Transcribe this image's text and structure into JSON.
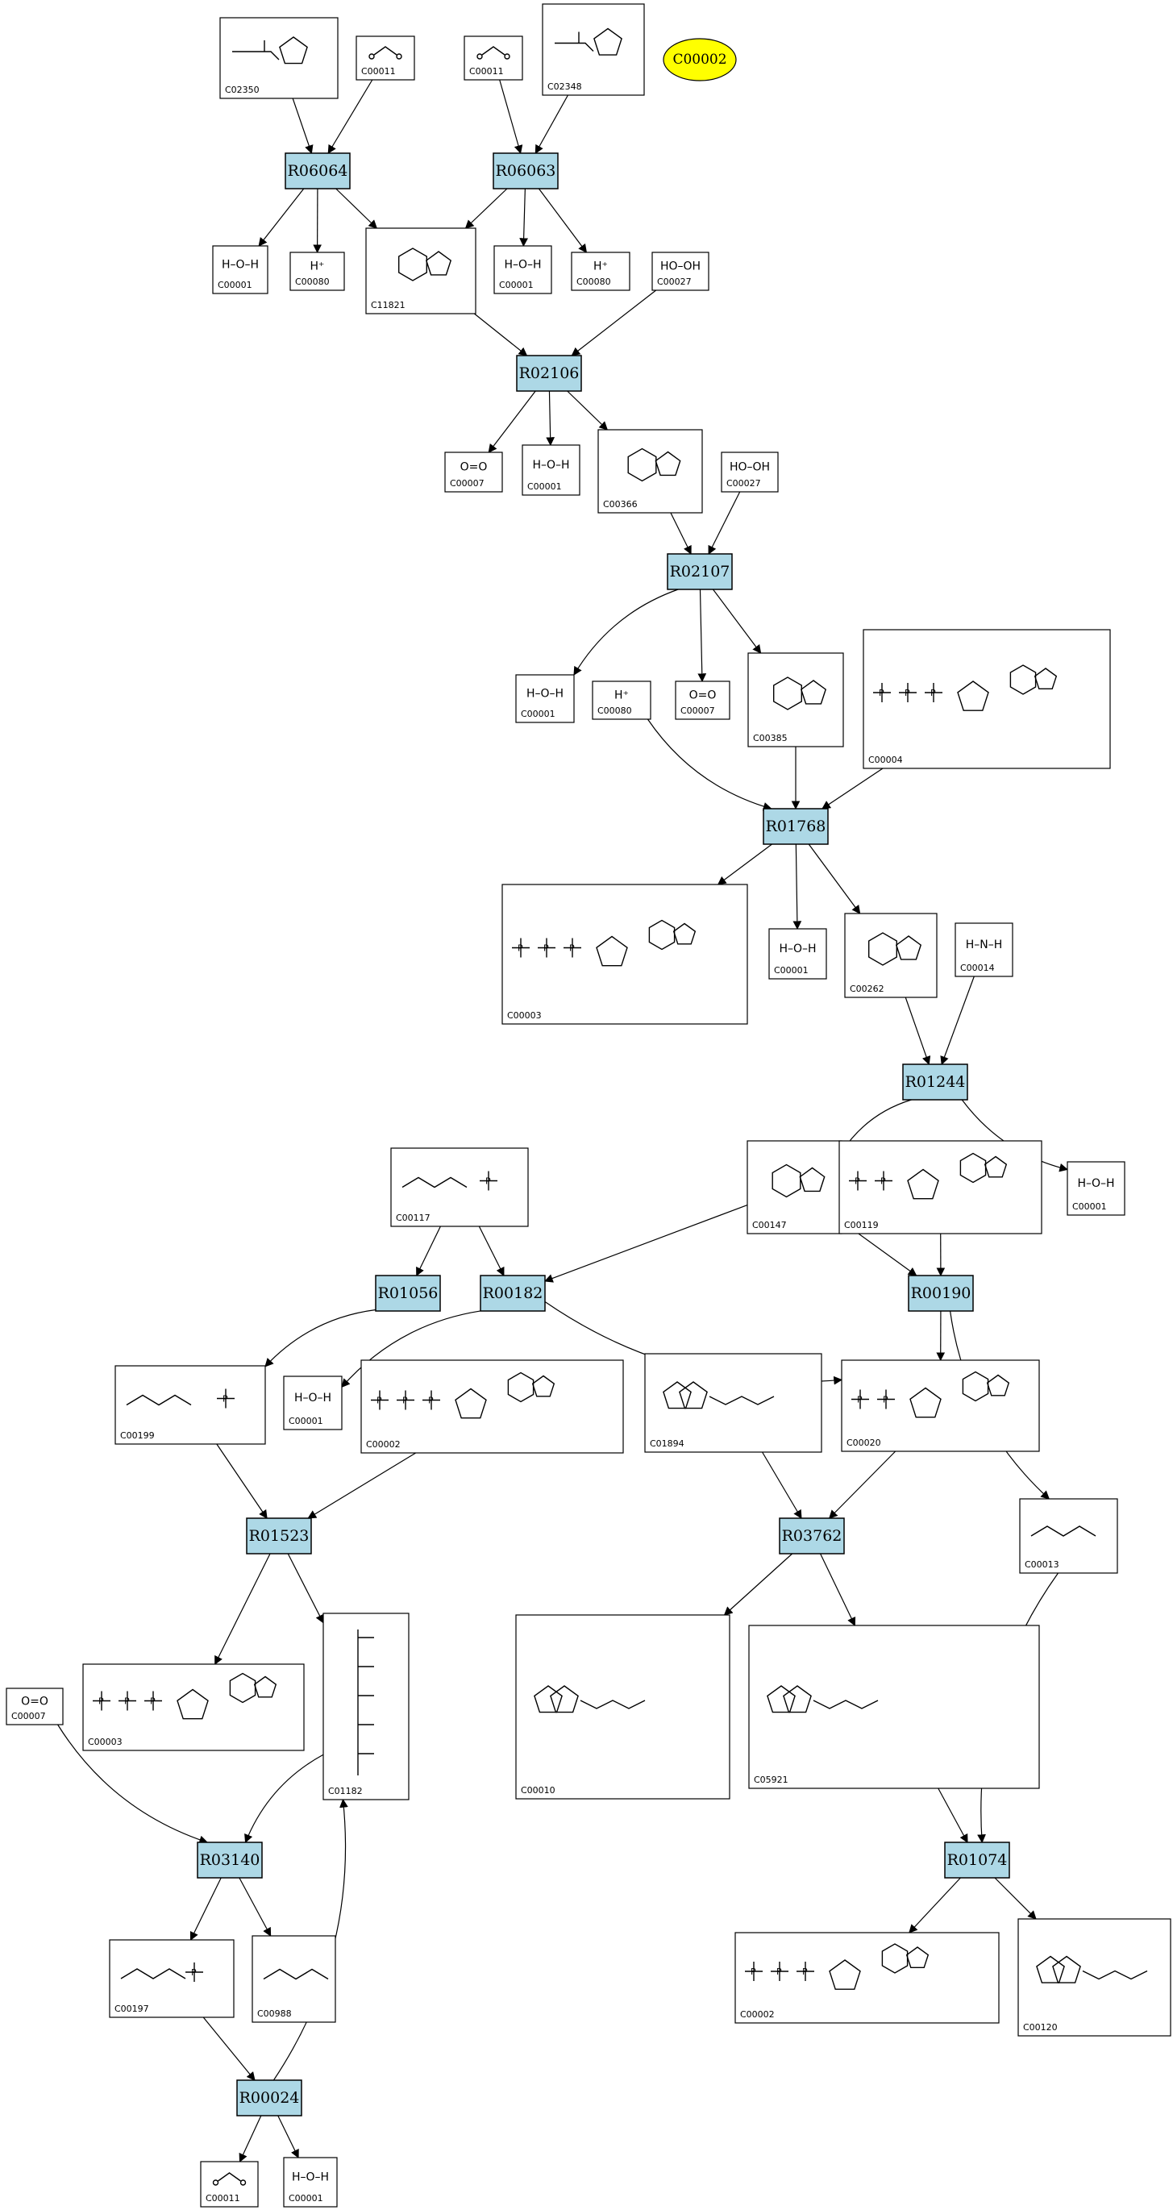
{
  "highlight": {
    "id": "C00002"
  },
  "reactions": [
    {
      "id": "R06064"
    },
    {
      "id": "R06063"
    },
    {
      "id": "R02106"
    },
    {
      "id": "R02107"
    },
    {
      "id": "R01768"
    },
    {
      "id": "R01244"
    },
    {
      "id": "R01056"
    },
    {
      "id": "R00182"
    },
    {
      "id": "R00190"
    },
    {
      "id": "R01523"
    },
    {
      "id": "R03762"
    },
    {
      "id": "R03140"
    },
    {
      "id": "R01074"
    },
    {
      "id": "R00024"
    }
  ],
  "compounds": [
    {
      "id": "C02350",
      "formula": "",
      "icon": "allantoin-structure"
    },
    {
      "id": "C00011",
      "formula": "",
      "icon": "co2-structure"
    },
    {
      "id": "C00011",
      "formula": "",
      "icon": "co2-structure"
    },
    {
      "id": "C02348",
      "formula": "",
      "icon": "allantoin-structure"
    },
    {
      "id": "C00001",
      "formula": "H–O–H",
      "icon": "water-structure"
    },
    {
      "id": "C00080",
      "formula": "H⁺",
      "icon": "proton-structure"
    },
    {
      "id": "C11821",
      "formula": "",
      "icon": "hydroxyurate-structure"
    },
    {
      "id": "C00001",
      "formula": "H–O–H",
      "icon": "water-structure"
    },
    {
      "id": "C00080",
      "formula": "H⁺",
      "icon": "proton-structure"
    },
    {
      "id": "C00027",
      "formula": "HO–OH",
      "icon": "peroxide-structure"
    },
    {
      "id": "C00007",
      "formula": "O=O",
      "icon": "oxygen-structure"
    },
    {
      "id": "C00001",
      "formula": "H–O–H",
      "icon": "water-structure"
    },
    {
      "id": "C00366",
      "formula": "",
      "icon": "urate-structure"
    },
    {
      "id": "C00027",
      "formula": "HO–OH",
      "icon": "peroxide-structure"
    },
    {
      "id": "C00001",
      "formula": "H–O–H",
      "icon": "water-structure"
    },
    {
      "id": "C00080",
      "formula": "H⁺",
      "icon": "proton-structure"
    },
    {
      "id": "C00007",
      "formula": "O=O",
      "icon": "oxygen-structure"
    },
    {
      "id": "C00385",
      "formula": "",
      "icon": "xanthine-structure"
    },
    {
      "id": "C00004",
      "formula": "",
      "icon": "nadh-structure"
    },
    {
      "id": "C00003",
      "formula": "",
      "icon": "nad-structure"
    },
    {
      "id": "C00001",
      "formula": "H–O–H",
      "icon": "water-structure"
    },
    {
      "id": "C00262",
      "formula": "",
      "icon": "hypoxanthine-structure"
    },
    {
      "id": "C00014",
      "formula": "H–N–H",
      "icon": "ammonia-structure"
    },
    {
      "id": "C00117",
      "formula": "",
      "icon": "ribose-phosphate-structure"
    },
    {
      "id": "C00147",
      "formula": "",
      "icon": "adenine-structure"
    },
    {
      "id": "C00119",
      "formula": "",
      "icon": "prpp-structure"
    },
    {
      "id": "C00001",
      "formula": "H–O–H",
      "icon": "water-structure"
    },
    {
      "id": "C00199",
      "formula": "",
      "icon": "ribulose-phosphate-structure"
    },
    {
      "id": "C00001",
      "formula": "H–O–H",
      "icon": "water-structure"
    },
    {
      "id": "C00002",
      "formula": "",
      "icon": "atp-structure"
    },
    {
      "id": "C01894",
      "formula": "",
      "icon": "biotinyl-coa-structure"
    },
    {
      "id": "C00020",
      "formula": "",
      "icon": "amp-structure"
    },
    {
      "id": "C00013",
      "formula": "",
      "icon": "diphosphate-structure"
    },
    {
      "id": "C00007",
      "formula": "O=O",
      "icon": "oxygen-structure"
    },
    {
      "id": "C00003",
      "formula": "",
      "icon": "adp-structure"
    },
    {
      "id": "C01182",
      "formula": "",
      "icon": "ribulose-bisphosphate-structure"
    },
    {
      "id": "C00010",
      "formula": "",
      "icon": "coa-structure"
    },
    {
      "id": "C05921",
      "formula": "",
      "icon": "biotinyl-amp-structure"
    },
    {
      "id": "C00197",
      "formula": "",
      "icon": "phosphoglycerate-structure"
    },
    {
      "id": "C00988",
      "formula": "",
      "icon": "phosphoglycolate-structure"
    },
    {
      "id": "C00002",
      "formula": "",
      "icon": "atp-structure"
    },
    {
      "id": "C00120",
      "formula": "",
      "icon": "biotin-structure"
    },
    {
      "id": "C00011",
      "formula": "",
      "icon": "co2-structure"
    },
    {
      "id": "C00001",
      "formula": "H–O–H",
      "icon": "water-structure"
    }
  ]
}
